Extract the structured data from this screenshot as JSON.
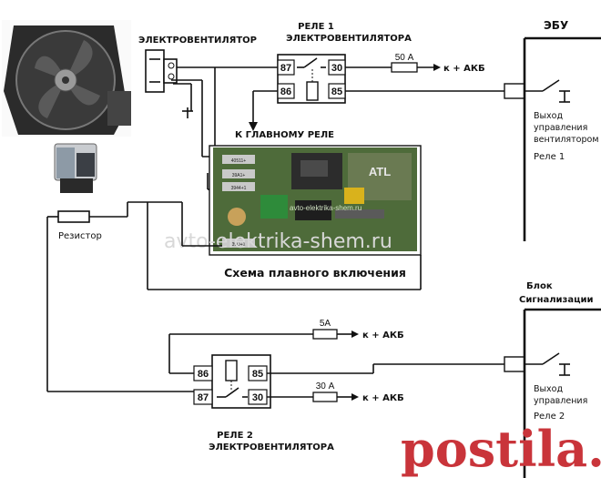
{
  "labels": {
    "fan": "ЭЛЕКТРОВЕНТИЛЯТОР",
    "relay1_line1": "РЕЛЕ 1",
    "relay1_line2": "ЭЛЕКТРОВЕНТИЛЯТОРА",
    "ecu": "ЭБУ",
    "to_main_relay": "К ГЛАВНОМУ РЕЛЕ",
    "resistor": "Резистор",
    "soft_start": "Схема плавного включения",
    "alarm_line1": "Блок",
    "alarm_line2": "Сигнализации",
    "relay2_line1": "РЕЛЕ 2",
    "relay2_line2": "ЭЛЕКТРОВЕНТИЛЯТОРА",
    "ecu_out_1": "Выход",
    "ecu_out_2": "управления",
    "ecu_out_3": "вентилятором",
    "ecu_out_4": "Реле 1",
    "alarm_out_1": "Выход",
    "alarm_out_2": "управления",
    "alarm_out_3": "Реле 2",
    "battery_1": "к + АКБ",
    "battery_2": "к + АКБ",
    "battery_3": "к + АКБ"
  },
  "fuses": {
    "f1": "50 А",
    "f2": "5А",
    "f3": "30 А"
  },
  "relay1_pins": [
    "87",
    "30",
    "86",
    "85"
  ],
  "relay2_pins": [
    "86",
    "85",
    "87",
    "30"
  ],
  "pcb": {
    "brand": "ATL",
    "pad_labels": [
      "40511+",
      "39A1+",
      "3944+1",
      "39D+1"
    ]
  },
  "watermarks": {
    "site_main": "avto-elektrika-shem.ru",
    "site_small": "avto-elektrika-shem.ru",
    "brand": "postila.ru"
  },
  "colors": {
    "line": "#111111",
    "pcb_green": "#4e6b3a",
    "brand_red": "#c9343a"
  }
}
